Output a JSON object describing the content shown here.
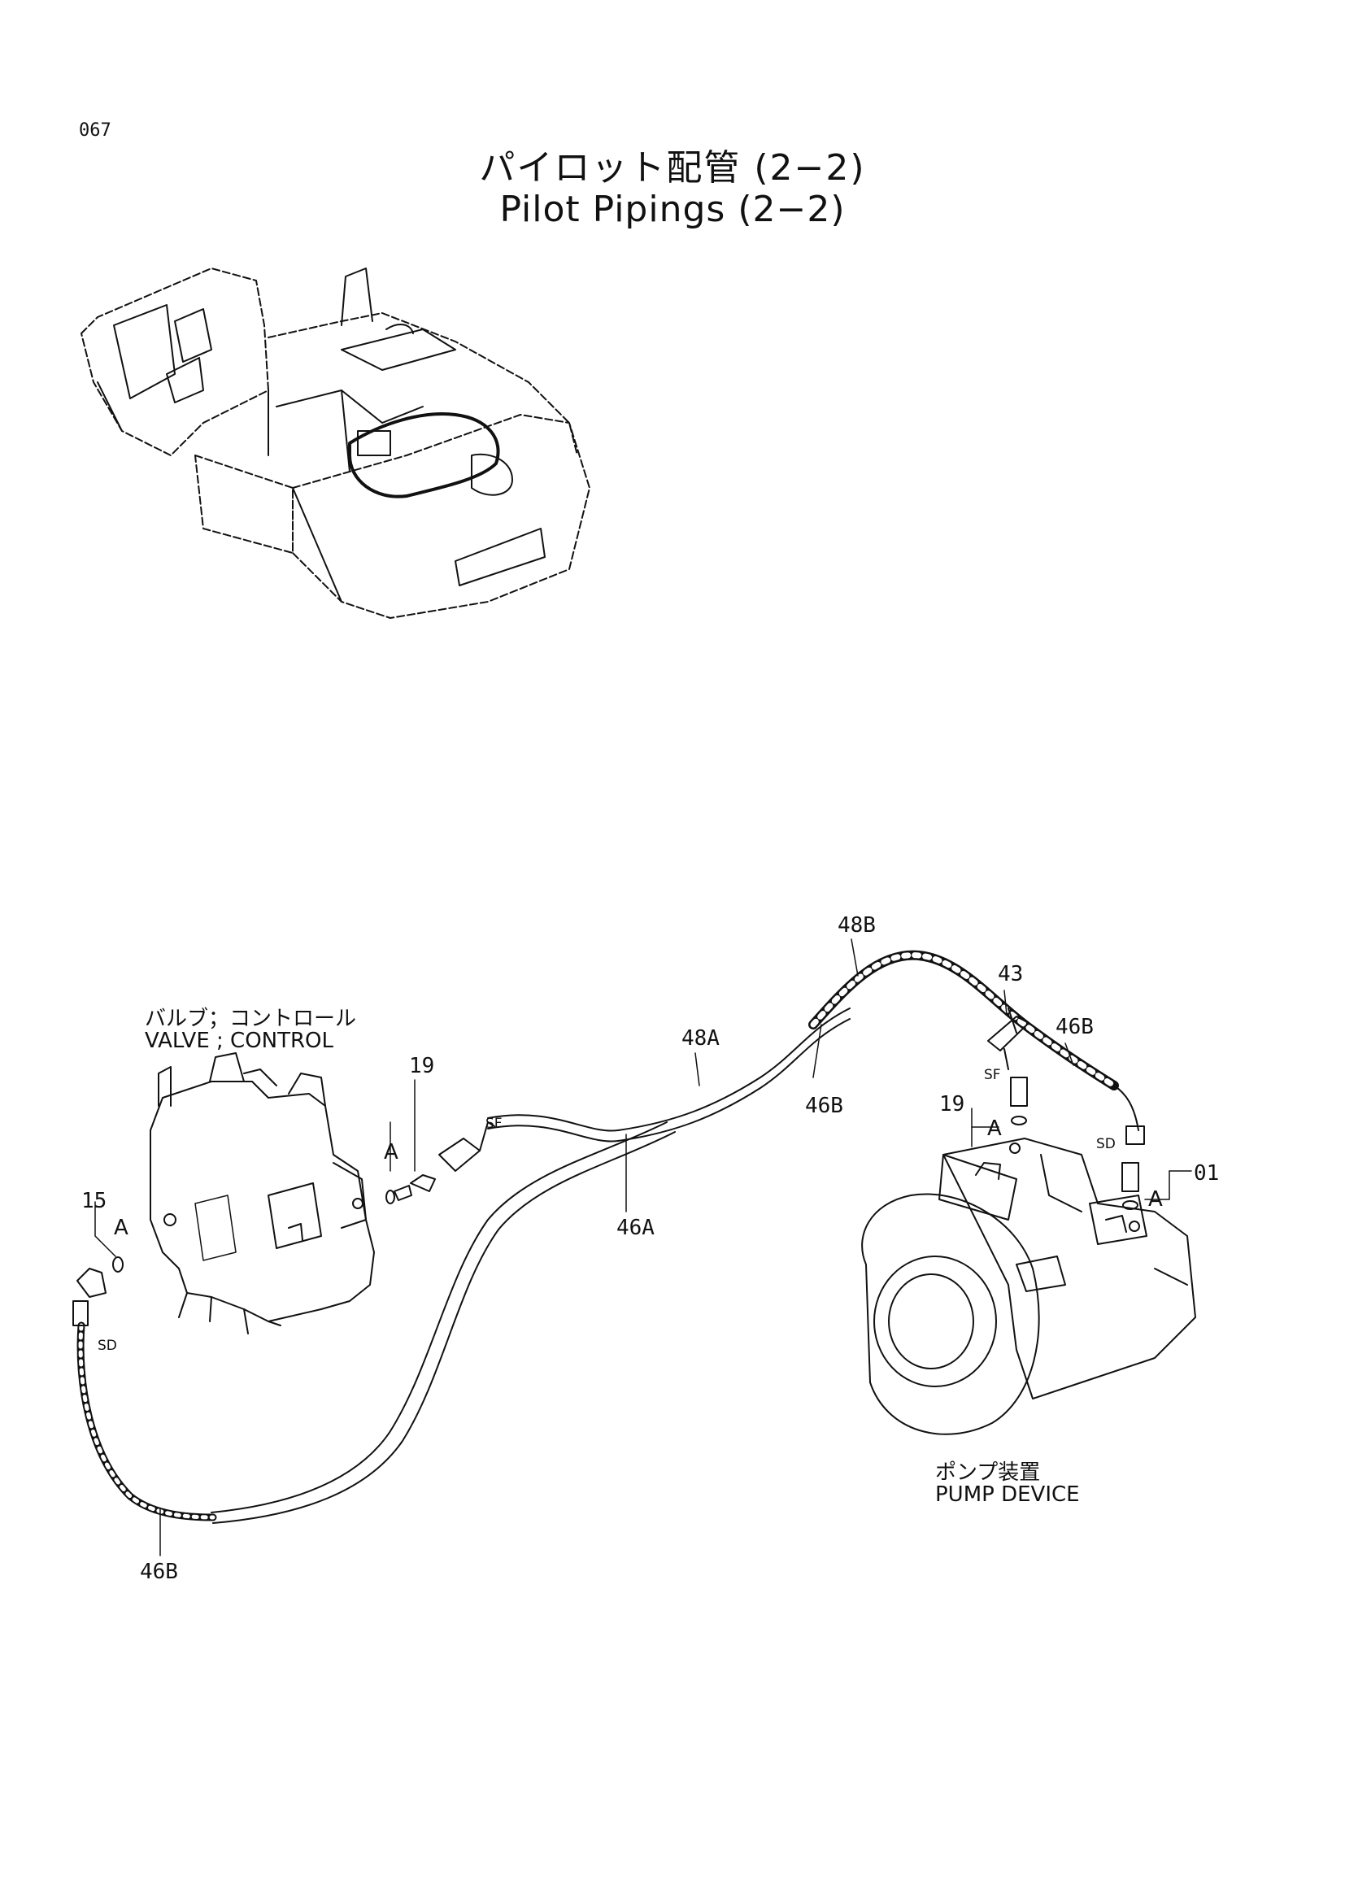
{
  "page_number": "067",
  "title_jp": "パイロット配管 (2−2)",
  "title_en": "Pilot Pipings (2−2)",
  "components": {
    "valve_jp": "バルブ；コントロール",
    "valve_en": "VALVE ; CONTROL",
    "pump_jp": "ポンプ装置",
    "pump_en": "PUMP DEVICE"
  },
  "part_callouts": {
    "p48B": "48B",
    "p43": "43",
    "p46B_top": "46B",
    "p48A": "48A",
    "p46B_mid": "46B",
    "p19_left": "19",
    "p19_right": "19",
    "p46A": "46A",
    "p15": "15",
    "p01": "01",
    "p46B_bottom": "46B"
  },
  "detail_marks": {
    "a_left_valve": "A",
    "a_far_left": "A",
    "a_pump_top": "A",
    "a_pump_right": "A",
    "sf_left": "SF",
    "sf_right": "SF",
    "sd_right": "SD",
    "sd_left": "SD"
  }
}
